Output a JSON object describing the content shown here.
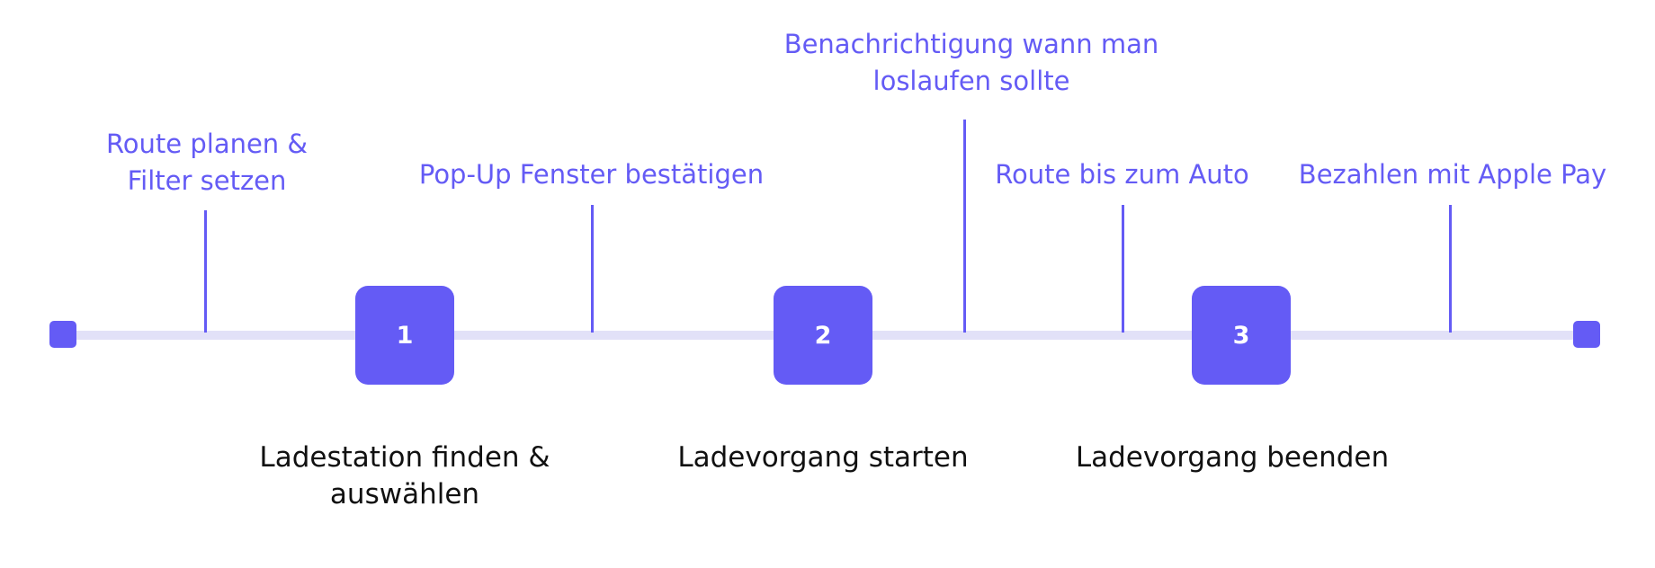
{
  "colors": {
    "accent": "#645bf5",
    "track": "#e2e1f8",
    "label_text": "#111111"
  },
  "steps": [
    {
      "number": "1",
      "label_lines": [
        "Ladestation finden &",
        "auswählen"
      ]
    },
    {
      "number": "2",
      "label_lines": [
        "Ladevorgang starten"
      ]
    },
    {
      "number": "3",
      "label_lines": [
        "Ladevorgang beenden"
      ]
    }
  ],
  "annotations": [
    {
      "lines": [
        "Route planen &",
        "Filter setzen"
      ]
    },
    {
      "lines": [
        "Pop-Up Fenster bestätigen"
      ]
    },
    {
      "lines": [
        "Benachrichtigung wann man",
        "loslaufen sollte"
      ]
    },
    {
      "lines": [
        "Route bis zum Auto"
      ]
    },
    {
      "lines": [
        "Bezahlen mit Apple Pay"
      ]
    }
  ]
}
